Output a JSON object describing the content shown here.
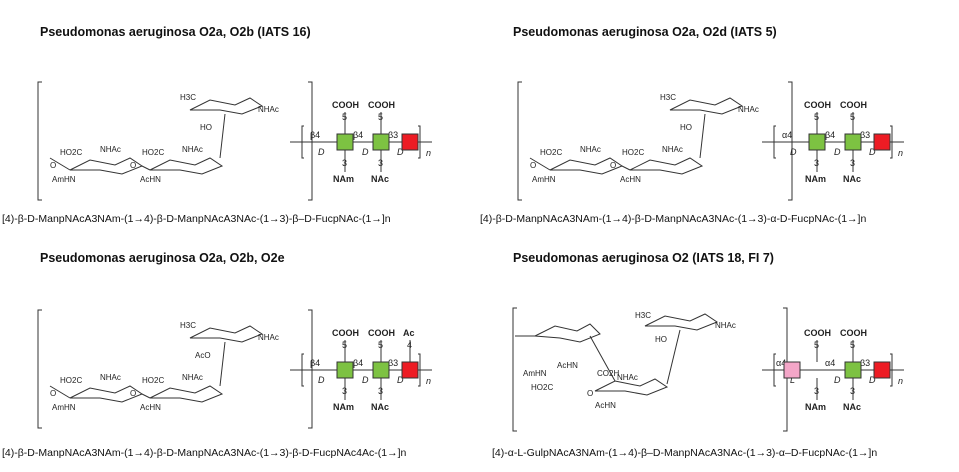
{
  "panels": [
    {
      "title": "Pseudomonas aeruginosa O2a, O2b (IATS 16)",
      "formula": "[4)-β-D-ManpNAcA3NAm-(1→4)-β-D-ManpNAcA3NAc-(1→3)-β–D-FucpNAc-(1→]n",
      "chem_labels": [
        "HO2C",
        "NHAc",
        "O",
        "AmHN",
        "HO2C",
        "NHAc",
        "O",
        "AcHN",
        "H3C",
        "NHAc",
        "HO"
      ],
      "snfg": {
        "links": [
          "β4",
          "β4",
          "β3"
        ],
        "top": [
          {
            "label": "COOH",
            "num": "5"
          },
          {
            "label": "COOH",
            "num": "5"
          },
          {
            "label": "",
            "num": ""
          }
        ],
        "bottom": [
          {
            "label": "NAm",
            "num": "3"
          },
          {
            "label": "NAc",
            "num": "3"
          }
        ],
        "letters": [
          "D",
          "D",
          "D"
        ],
        "units": [
          {
            "shape": "square",
            "color": "#7dc242"
          },
          {
            "shape": "square",
            "color": "#7dc242"
          },
          {
            "shape": "square",
            "color": "#ed1c24"
          }
        ],
        "repeat": "n"
      }
    },
    {
      "title": "Pseudomonas aeruginosa O2a, O2d (IATS 5)",
      "formula": "[4)-β-D-ManpNAcA3NAm-(1→4)-β-D-ManpNAcA3NAc-(1→3)-α-D-FucpNAc-(1→]n",
      "chem_labels": [
        "HO2C",
        "NHAc",
        "O",
        "AmHN",
        "HO2C",
        "NHAc",
        "O",
        "AcHN",
        "H3C",
        "NHAc",
        "HO"
      ],
      "snfg": {
        "links": [
          "α4",
          "β4",
          "β3"
        ],
        "top": [
          {
            "label": "COOH",
            "num": "5"
          },
          {
            "label": "COOH",
            "num": "5"
          },
          {
            "label": "",
            "num": ""
          }
        ],
        "bottom": [
          {
            "label": "NAm",
            "num": "3"
          },
          {
            "label": "NAc",
            "num": "3"
          }
        ],
        "letters": [
          "D",
          "D",
          "D"
        ],
        "units": [
          {
            "shape": "square",
            "color": "#7dc242"
          },
          {
            "shape": "square",
            "color": "#7dc242"
          },
          {
            "shape": "square",
            "color": "#ed1c24"
          }
        ],
        "repeat": "n"
      }
    },
    {
      "title": "Pseudomonas aeruginosa O2a, O2b, O2e",
      "formula": "[4)-β-D-ManpNAcA3NAm-(1→4)-β-D-ManpNAcA3NAc-(1→3)-β-D-FucpNAc4Ac-(1→]n",
      "chem_labels": [
        "HO2C",
        "NHAc",
        "O",
        "AmHN",
        "HO2C",
        "NHAc",
        "O",
        "AcHN",
        "H3C",
        "NHAc",
        "AcO"
      ],
      "snfg": {
        "links": [
          "β4",
          "β4",
          "β3"
        ],
        "top": [
          {
            "label": "COOH",
            "num": "5"
          },
          {
            "label": "COOH",
            "num": "5"
          },
          {
            "label": "Ac",
            "num": "4"
          }
        ],
        "bottom": [
          {
            "label": "NAm",
            "num": "3"
          },
          {
            "label": "NAc",
            "num": "3"
          }
        ],
        "letters": [
          "D",
          "D",
          "D"
        ],
        "units": [
          {
            "shape": "square",
            "color": "#7dc242"
          },
          {
            "shape": "square",
            "color": "#7dc242"
          },
          {
            "shape": "square",
            "color": "#ed1c24"
          }
        ],
        "repeat": "n"
      }
    },
    {
      "title": "Pseudomonas aeruginosa O2 (IATS 18, FI 7)",
      "formula": "[4)-α-L-GulpNAcA3NAm-(1→4)-β–D-ManpNAcA3NAc-(1→3)-α–D-FucpNAc-(1→]n",
      "chem_labels": [
        "AmHN",
        "AcHN",
        "HO2C",
        "CO2H",
        "NHAc",
        "O",
        "AcHN",
        "H3C",
        "NHAc",
        "HO"
      ],
      "snfg": {
        "links": [
          "α4",
          "α4",
          "β3"
        ],
        "top": [
          {
            "label": "COOH",
            "num": "5"
          },
          {
            "label": "COOH",
            "num": "5"
          },
          {
            "label": "",
            "num": ""
          }
        ],
        "bottom": [
          {
            "label": "NAm",
            "num": "3"
          },
          {
            "label": "NAc",
            "num": "3"
          }
        ],
        "letters": [
          "L",
          "D",
          "D"
        ],
        "units": [
          {
            "shape": "square",
            "color": "#f4a6c8"
          },
          {
            "shape": "square",
            "color": "#7dc242"
          },
          {
            "shape": "square",
            "color": "#ed1c24"
          }
        ],
        "repeat": "n"
      }
    }
  ]
}
